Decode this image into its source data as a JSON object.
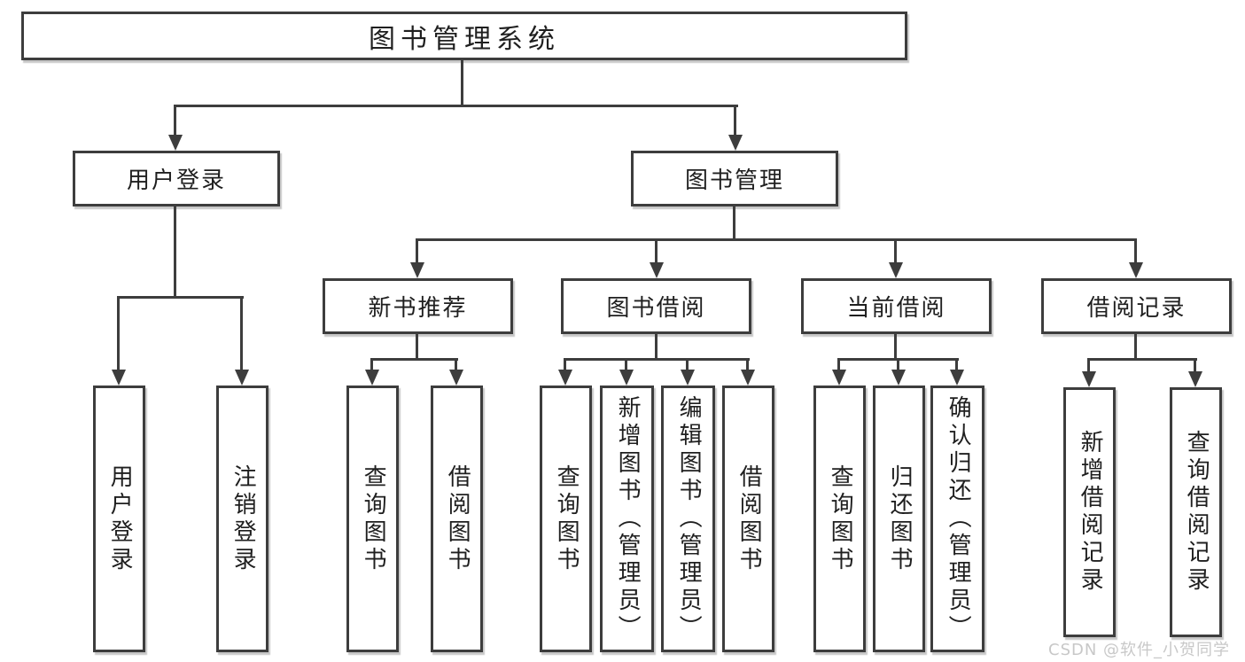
{
  "diagram": {
    "title": "图书管理系统",
    "line_color": "#3d3d3d",
    "nodes": {
      "root": "图书管理系统",
      "login": "用户登录",
      "mgmt": "图书管理",
      "rec": "新书推荐",
      "borrow": "图书借阅",
      "current": "当前借阅",
      "records": "借阅记录",
      "login_user": "用户登录",
      "login_logout": "注销登录",
      "rec_query": "查询图书",
      "rec_borrow": "借阅图书",
      "bor_query": "查询图书",
      "bor_add": "新增图书（管理员）",
      "bor_edit": "编辑图书（管理员）",
      "bor_borrow": "借阅图书",
      "cur_query": "查询图书",
      "cur_return": "归还图书",
      "cur_confirm": "确认归还（管理员）",
      "log_add": "新增借阅记录",
      "log_query": "查询借阅记录"
    }
  },
  "watermark": "CSDN @软件_小贺同学"
}
